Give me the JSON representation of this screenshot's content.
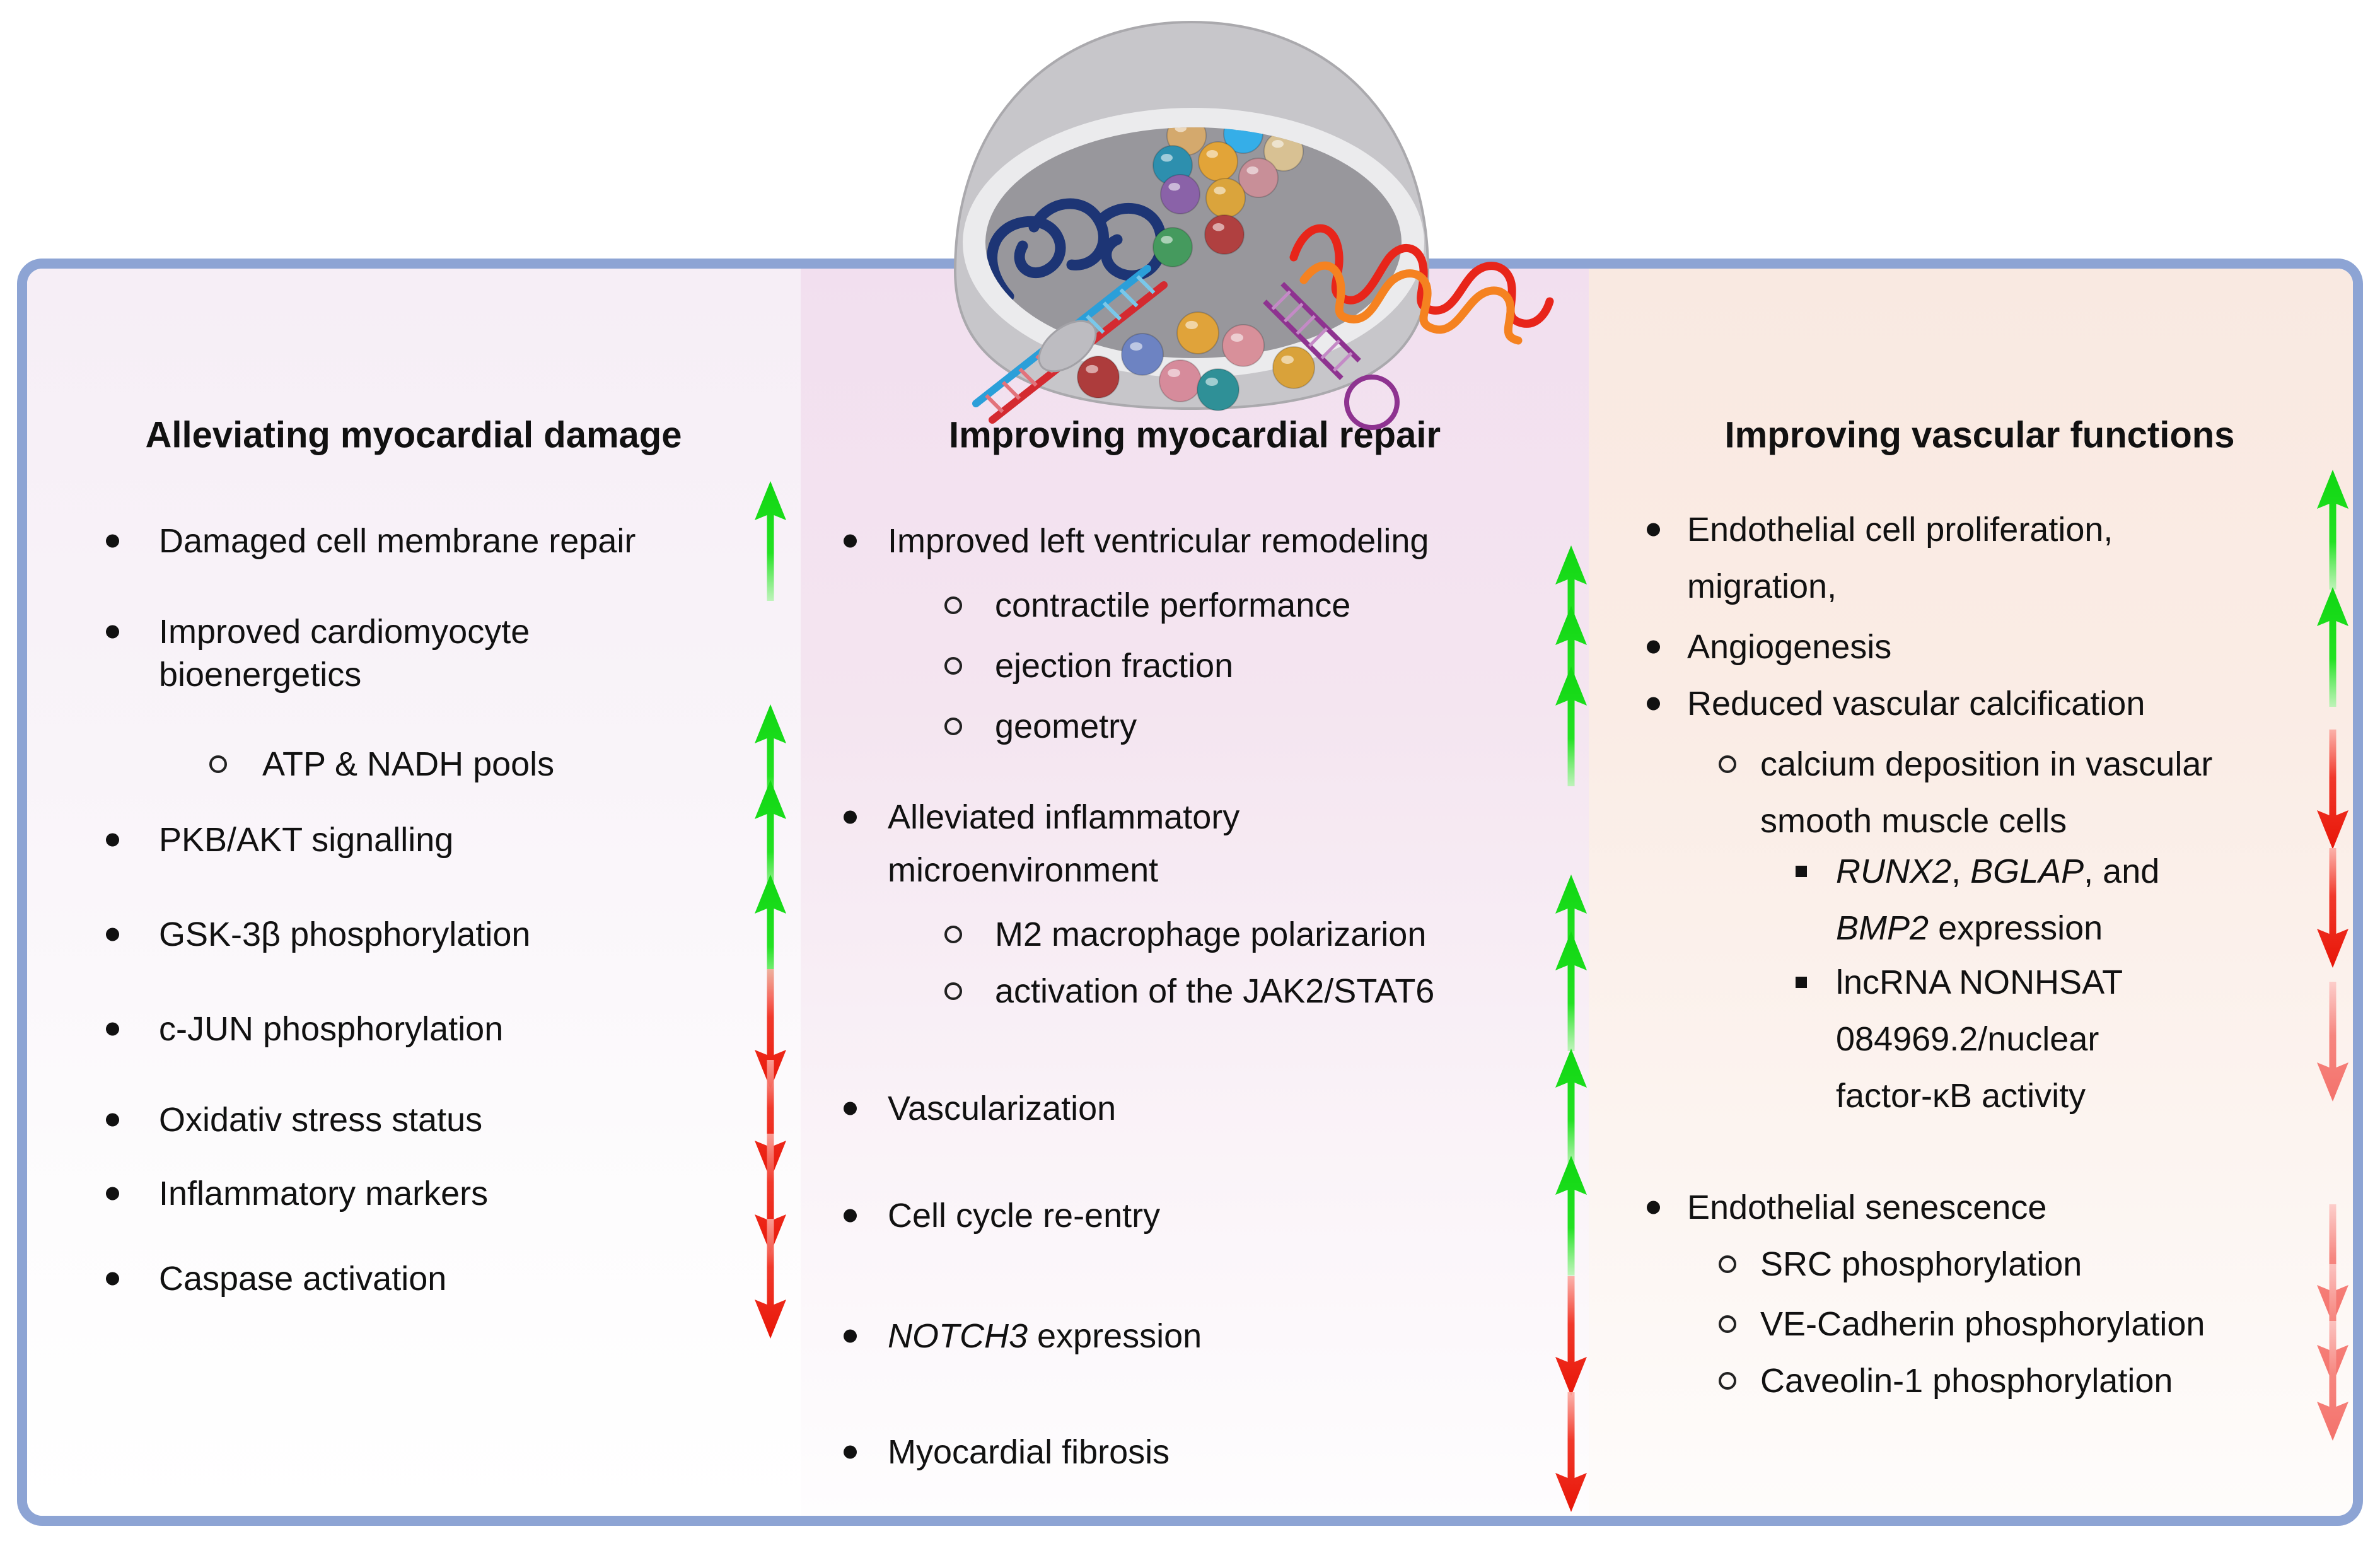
{
  "figure": {
    "columns": [
      {
        "title": "Alleviating myocardial damage",
        "items": [
          {
            "level": 1,
            "segments": [
              {
                "text": "Damaged cell membrane repair"
              }
            ],
            "arrow": "up",
            "arrow_color": "green"
          },
          {
            "level": 1,
            "segments": [
              {
                "text": "Improved cardiomyocyte\nbioenergetics"
              }
            ],
            "arrow": null,
            "arrow_color": null
          },
          {
            "level": 2,
            "segments": [
              {
                "text": "ATP & NADH pools"
              }
            ],
            "arrow": "up",
            "arrow_color": "green"
          },
          {
            "level": 1,
            "segments": [
              {
                "text": "PKB/AKT signalling"
              }
            ],
            "arrow": "up",
            "arrow_color": "green"
          },
          {
            "level": 1,
            "segments": [
              {
                "text": "GSK-3β phosphorylation"
              }
            ],
            "arrow": "up",
            "arrow_color": "green"
          },
          {
            "level": 1,
            "segments": [
              {
                "text": "c-JUN phosphorylation"
              }
            ],
            "arrow": "down",
            "arrow_color": "red"
          },
          {
            "level": 1,
            "segments": [
              {
                "text": "Oxidativ stress status"
              }
            ],
            "arrow": "down",
            "arrow_color": "red"
          },
          {
            "level": 1,
            "segments": [
              {
                "text": "Inflammatory markers"
              }
            ],
            "arrow": "down",
            "arrow_color": "red"
          },
          {
            "level": 1,
            "segments": [
              {
                "text": "Caspase activation"
              }
            ],
            "arrow": "down",
            "arrow_color": "red"
          }
        ]
      },
      {
        "title": "Improving myocardial repair",
        "items": [
          {
            "level": 1,
            "segments": [
              {
                "text": "Improved left ventricular remodeling"
              }
            ],
            "arrow": null,
            "arrow_color": null
          },
          {
            "level": 2,
            "segments": [
              {
                "text": "contractile performance"
              }
            ],
            "arrow": "up",
            "arrow_color": "green"
          },
          {
            "level": 2,
            "segments": [
              {
                "text": "ejection fraction"
              }
            ],
            "arrow": "up",
            "arrow_color": "green"
          },
          {
            "level": 2,
            "segments": [
              {
                "text": "geometry"
              }
            ],
            "arrow": "up",
            "arrow_color": "green"
          },
          {
            "level": 1,
            "segments": [
              {
                "text": "Alleviated inflammatory\nmicroenvironment"
              }
            ],
            "arrow": null,
            "arrow_color": null
          },
          {
            "level": 2,
            "segments": [
              {
                "text": "M2 macrophage polarizarion"
              }
            ],
            "arrow": "up",
            "arrow_color": "green"
          },
          {
            "level": 2,
            "segments": [
              {
                "text": "activation of the JAK2/STAT6"
              }
            ],
            "arrow": "up",
            "arrow_color": "green"
          },
          {
            "level": 1,
            "segments": [
              {
                "text": "Vascularization"
              }
            ],
            "arrow": "up",
            "arrow_color": "green"
          },
          {
            "level": 1,
            "segments": [
              {
                "text": "Cell cycle re-entry"
              }
            ],
            "arrow": "up",
            "arrow_color": "green"
          },
          {
            "level": 1,
            "segments": [
              {
                "text": "NOTCH3",
                "italic": true
              },
              {
                "text": " expression"
              }
            ],
            "arrow": "down",
            "arrow_color": "red"
          },
          {
            "level": 1,
            "segments": [
              {
                "text": "Myocardial fibrosis"
              }
            ],
            "arrow": "down",
            "arrow_color": "red"
          }
        ]
      },
      {
        "title": "Improving vascular functions",
        "items": [
          {
            "level": 1,
            "segments": [
              {
                "text": "Endothelial cell proliferation,\nmigration,"
              }
            ],
            "arrow": "up",
            "arrow_color": "green"
          },
          {
            "level": 1,
            "segments": [
              {
                "text": "Angiogenesis"
              }
            ],
            "arrow": "up",
            "arrow_color": "green"
          },
          {
            "level": 1,
            "segments": [
              {
                "text": "Reduced vascular calcification"
              }
            ],
            "arrow": null,
            "arrow_color": null
          },
          {
            "level": 2,
            "segments": [
              {
                "text": "calcium deposition in vascular\nsmooth muscle cells"
              }
            ],
            "arrow": "down",
            "arrow_color": "red"
          },
          {
            "level": 3,
            "segments": [
              {
                "text": "RUNX2",
                "italic": true
              },
              {
                "text": ", "
              },
              {
                "text": "BGLAP",
                "italic": true
              },
              {
                "text": ", and\n"
              },
              {
                "text": "BMP2",
                "italic": true
              },
              {
                "text": " expression"
              }
            ],
            "arrow": "down",
            "arrow_color": "red"
          },
          {
            "level": 3,
            "segments": [
              {
                "text": "lncRNA NONHSAT\n084969.2/nuclear\nfactor-κB activity"
              }
            ],
            "arrow": "down",
            "arrow_color": "salmon"
          },
          {
            "level": 1,
            "segments": [
              {
                "text": "Endothelial senescence"
              }
            ],
            "arrow": null,
            "arrow_color": null
          },
          {
            "level": 2,
            "segments": [
              {
                "text": "SRC phosphorylation"
              }
            ],
            "arrow": "down",
            "arrow_color": "salmon"
          },
          {
            "level": 2,
            "segments": [
              {
                "text": "VE-Cadherin phosphorylation"
              }
            ],
            "arrow": "down",
            "arrow_color": "salmon"
          },
          {
            "level": 2,
            "segments": [
              {
                "text": "Caveolin-1 phosphorylation"
              }
            ],
            "arrow": "down",
            "arrow_color": "salmon"
          }
        ]
      }
    ],
    "colors": {
      "panel_border": "#8da4d4",
      "column_backgrounds": [
        "#f6eef6",
        "#f2dfef",
        "#f9e9e1"
      ],
      "arrow_up_green": "#17d517",
      "arrow_down_red": "#ec1b0e",
      "arrow_down_salmon": "#f4726c",
      "text": "#111111"
    },
    "illustration": {
      "name": "extracellular-vesicle-releasing-cargo",
      "membrane_color": "#c7c6ca",
      "rim_color": "#ebebed",
      "lumen_color": "#98979c",
      "protein_squiggle_color": "#1d3575",
      "mrna_strand_colors": [
        "#e8251a",
        "#f58220"
      ],
      "mirna_duplex_colors": [
        "#2b9fd9",
        "#d42a30"
      ],
      "rna_hairpin_color": "#8e3390",
      "sphere_colors_inside": [
        "#d4a96d",
        "#35aee8",
        "#d8c193",
        "#2d8fae",
        "#e2a438",
        "#c88f98",
        "#8a62a8",
        "#daa43c",
        "#b04040",
        "#459a5e"
      ],
      "sphere_colors_spilled": [
        "#e0a33a",
        "#d8909a",
        "#6d83c2",
        "#d9a23a",
        "#ad3c3c",
        "#d68b9b",
        "#2f9097"
      ]
    }
  }
}
